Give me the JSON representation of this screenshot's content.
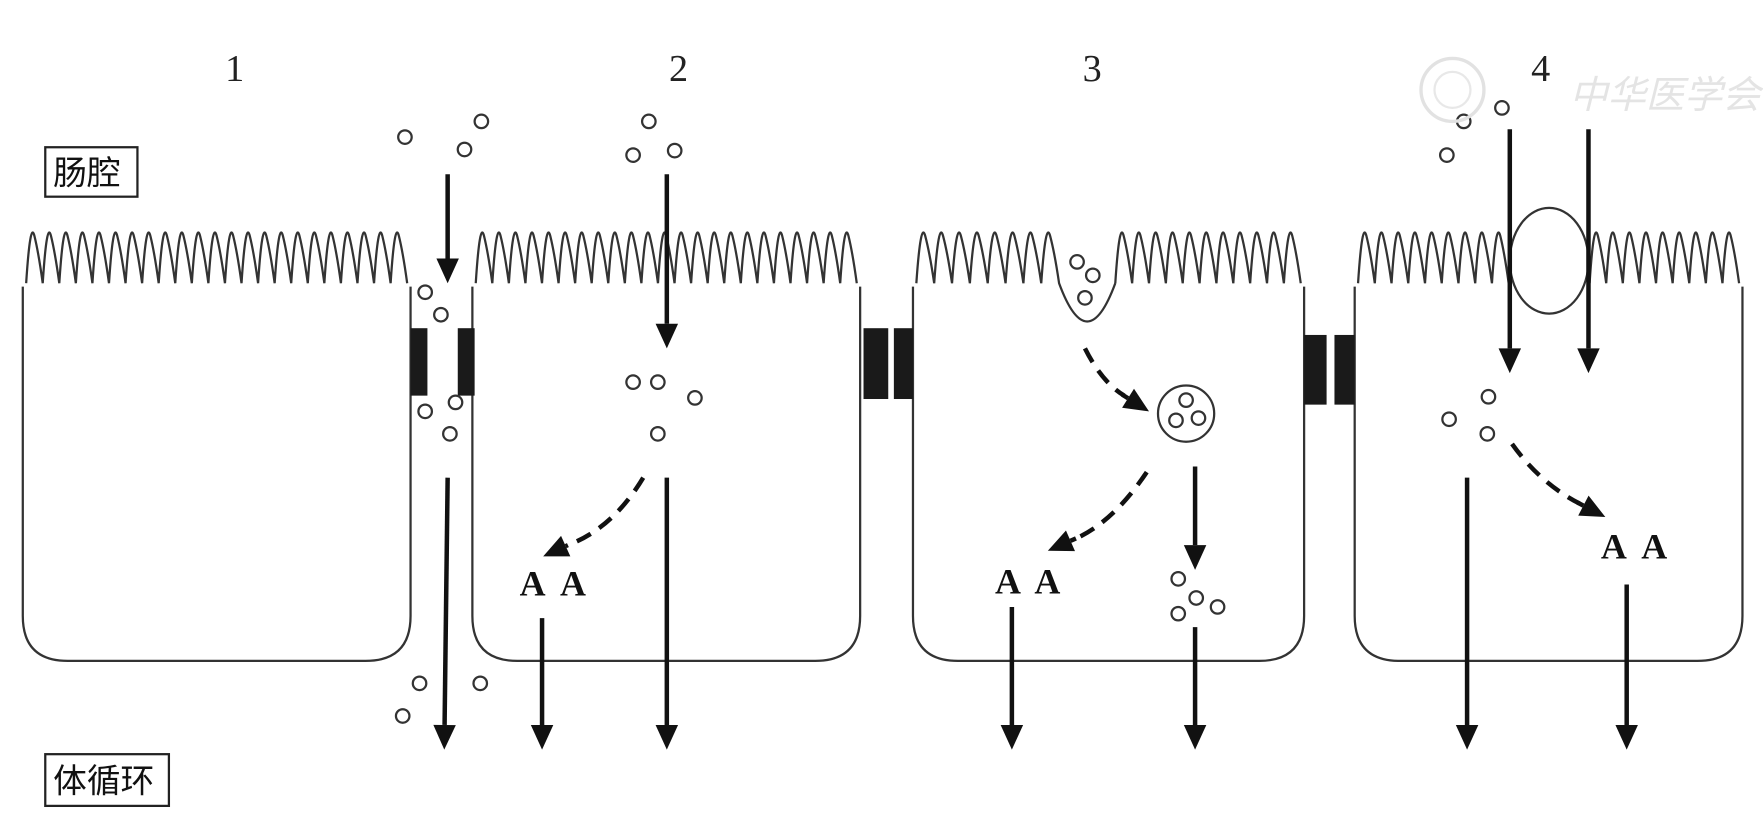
{
  "diagram": {
    "pathway_numbers": [
      "1",
      "2",
      "3",
      "4"
    ],
    "lumen_label": "肠腔",
    "circulation_label": "体循环",
    "metabolite_label": "A",
    "watermark": "中华医学会"
  },
  "colors": {
    "line": "#333333",
    "arrow": "#111111",
    "junction": "#1a1a1a"
  }
}
